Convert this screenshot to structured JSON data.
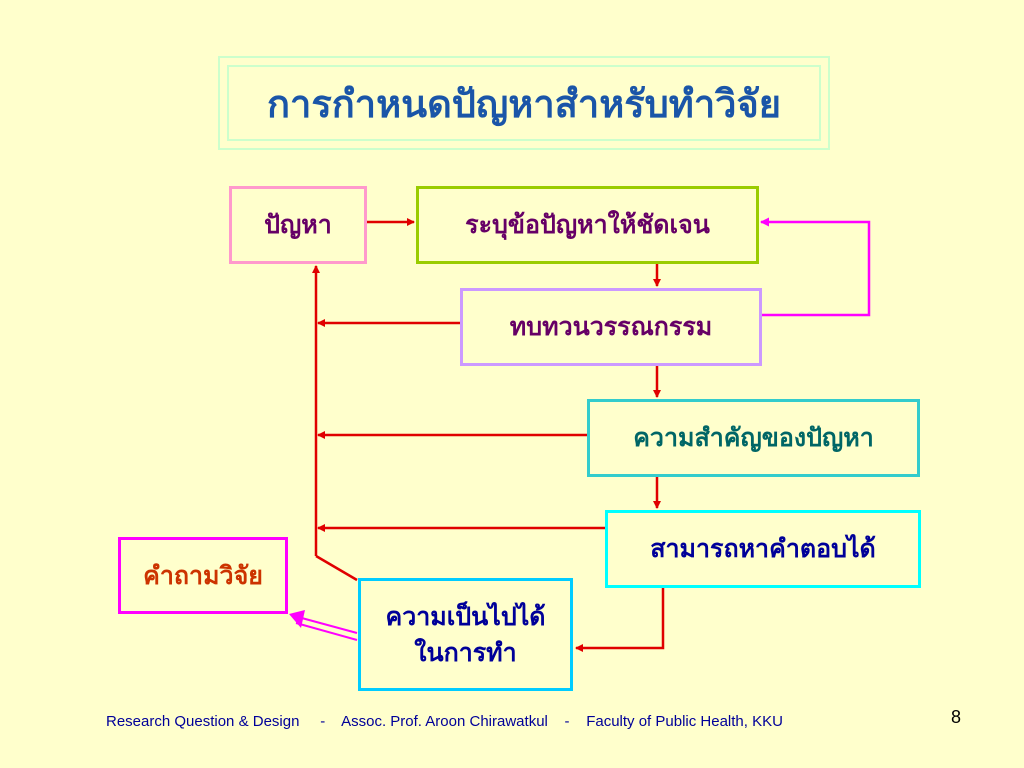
{
  "slide": {
    "title": "การกำหนดปัญหาสำหรับทำวิจัย",
    "page_number": "8",
    "footer": "Research Question & Design     -    Assoc. Prof. Aroon Chirawatkul    -    Faculty of Public Health, KKU"
  },
  "diagram": {
    "problem": "ปัญหา",
    "identify": "ระบุข้อปัญหาให้ชัดเจน",
    "review": "ทบทวนวรรณกรรม",
    "importance": "ความสำคัญของปัญหา",
    "answerable": "สามารถหาคำตอบได้",
    "question": "คำถามวิจัย",
    "feasibility_line1": "ความเป็นไปได้",
    "feasibility_line2": "ในการทำ"
  },
  "colors": {
    "background": "#ffffcc",
    "title": "#1a55a8",
    "arrow_red": "#e00000",
    "arrow_magenta": "#ff00ff"
  }
}
